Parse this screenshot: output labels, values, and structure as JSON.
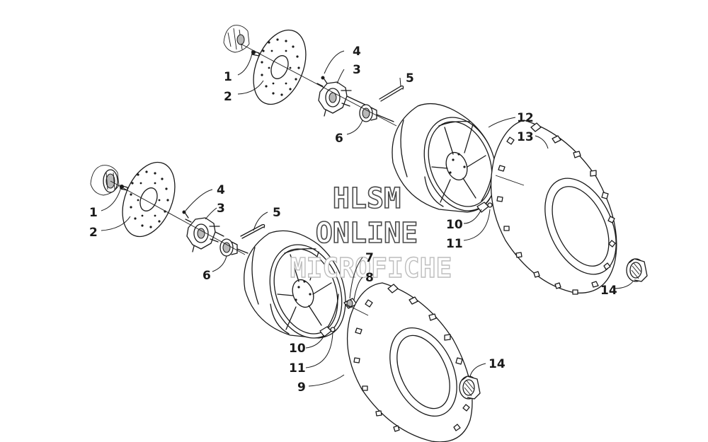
{
  "diagram": {
    "callouts": {
      "c1_upper": "1",
      "c2_upper": "2",
      "c3_upper": "3",
      "c4_upper": "4",
      "c5_upper": "5",
      "c6_upper": "6",
      "c12": "12",
      "c13": "13",
      "c10_upper": "10",
      "c11_upper": "11",
      "c14_upper": "14",
      "c1_lower": "1",
      "c2_lower": "2",
      "c3_lower": "3",
      "c4_lower": "4",
      "c5_lower": "5",
      "c6_lower": "6",
      "c7": "7",
      "c8": "8",
      "c10_lower": "10",
      "c11_lower": "11",
      "c9": "9",
      "c14_lower": "14"
    }
  },
  "watermark": {
    "line1": "HLSM",
    "line2": "ONLINE",
    "line3": "MICROFICHE"
  }
}
